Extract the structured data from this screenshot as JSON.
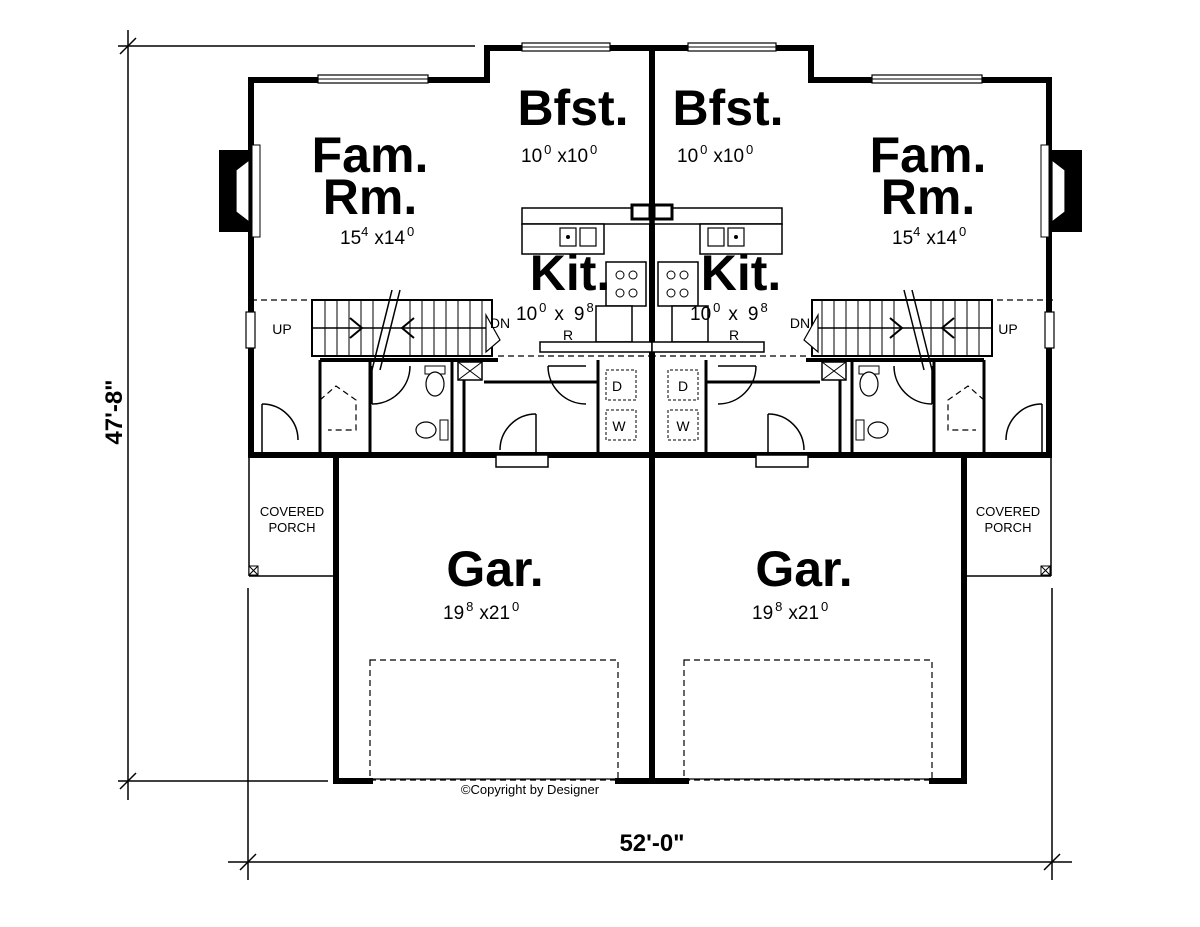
{
  "units": {
    "left": {
      "family_room": {
        "name_line1": "Fam.",
        "name_line2": "Rm.",
        "dim_w": "15",
        "dim_w_in": "4",
        "dim_h": "14",
        "dim_h_in": "0"
      },
      "breakfast": {
        "name": "Bfst.",
        "dim_w": "10",
        "dim_w_in": "0",
        "dim_h": "10",
        "dim_h_in": "0"
      },
      "kitchen": {
        "name": "Kit.",
        "dim_w": "10",
        "dim_w_in": "0",
        "dim_h": "9",
        "dim_h_in": "8",
        "fridge": "R"
      },
      "garage": {
        "name": "Gar.",
        "dim_w": "19",
        "dim_w_in": "8",
        "dim_h": "21",
        "dim_h_in": "0"
      },
      "porch": {
        "line1": "COVERED",
        "line2": "PORCH"
      },
      "stairs": {
        "up": "UP",
        "down": "DN"
      },
      "laundry": {
        "dryer": "D",
        "washer": "W"
      }
    },
    "right": {
      "family_room": {
        "name_line1": "Fam.",
        "name_line2": "Rm.",
        "dim_w": "15",
        "dim_w_in": "4",
        "dim_h": "14",
        "dim_h_in": "0"
      },
      "breakfast": {
        "name": "Bfst.",
        "dim_w": "10",
        "dim_w_in": "0",
        "dim_h": "10",
        "dim_h_in": "0"
      },
      "kitchen": {
        "name": "Kit.",
        "dim_w": "10",
        "dim_w_in": "0",
        "dim_h": "9",
        "dim_h_in": "8",
        "fridge": "R"
      },
      "garage": {
        "name": "Gar.",
        "dim_w": "19",
        "dim_w_in": "8",
        "dim_h": "21",
        "dim_h_in": "0"
      },
      "porch": {
        "line1": "COVERED",
        "line2": "PORCH"
      },
      "stairs": {
        "up": "UP",
        "down": "DN"
      },
      "laundry": {
        "dryer": "D",
        "washer": "W"
      }
    }
  },
  "dimension_times": "x",
  "overall_width": "52'-0\"",
  "overall_depth": "47'-8\"",
  "copyright": "©Copyright by Designer"
}
